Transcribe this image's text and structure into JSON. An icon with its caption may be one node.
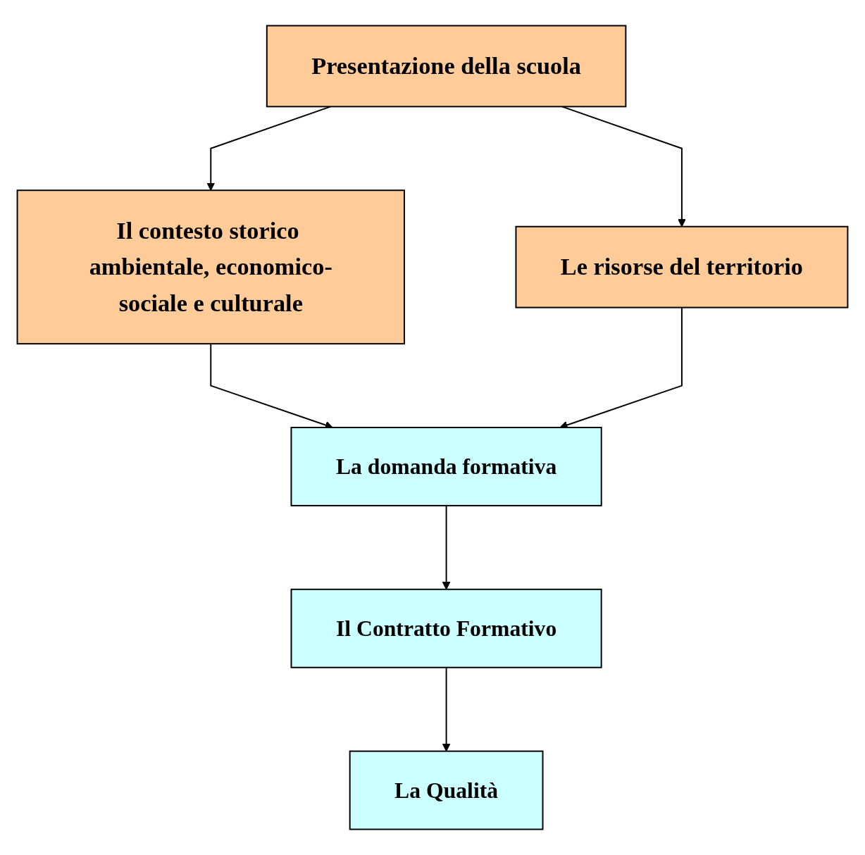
{
  "diagram": {
    "nodes": [
      {
        "text": [
          "Presentazione della scuola"
        ]
      },
      {
        "text": [
          "Il contesto storico ambientale, economico-sociale e culturale"
        ]
      },
      {
        "text": [
          "Le risorse del territorio"
        ]
      },
      {
        "text": [
          "La domanda formativa"
        ]
      },
      {
        "text": [
          "Il Contratto Formativo"
        ]
      },
      {
        "text": [
          "La Qualità"
        ]
      }
    ],
    "edges": [
      {
        "from": 0,
        "to": 1,
        "arrow": "to"
      },
      {
        "from": 0,
        "to": 2,
        "arrow": "to"
      },
      {
        "from": 1,
        "to": 3,
        "arrow": "to"
      },
      {
        "from": 2,
        "to": 3,
        "arrow": "to"
      },
      {
        "from": 3,
        "to": 4,
        "arrow": "to"
      },
      {
        "from": 4,
        "to": 5,
        "arrow": "to"
      }
    ]
  }
}
